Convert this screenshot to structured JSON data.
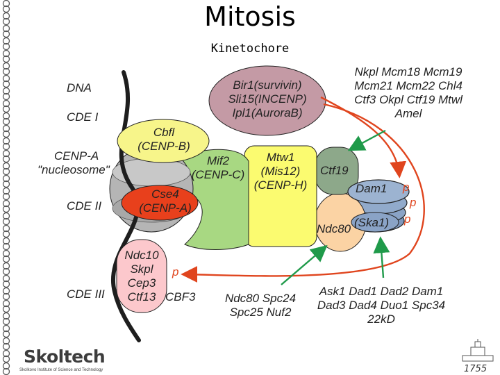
{
  "title": "Mitosis",
  "subtitle": "Kinetochore",
  "left_labels": {
    "dna": "DNA",
    "cde_i": "CDE I",
    "cenp_a_line1": "CENP-A",
    "cenp_a_line2": "\"nucleosome\"",
    "cde_ii": "CDE II",
    "cde_iii": "CDE III"
  },
  "proteins": {
    "bir1": [
      "Bir1(survivin)",
      "Sli15(INCENP)",
      "Ipl1(AuroraB)"
    ],
    "cbf1": [
      "Cbfl",
      "(CENP-B)"
    ],
    "cse4": [
      "Cse4",
      "(CENP-A)"
    ],
    "mif2": [
      "Mif2",
      "(CENP-C)"
    ],
    "mtw1": [
      "Mtw1",
      "(Mis12)",
      "(CENP-H)"
    ],
    "ctf19": "Ctf19",
    "ndc80": "Ndc80",
    "dam1": "Dam1",
    "ska1": "(Ska1)",
    "ndc10": [
      "Ndc10",
      "Skpl",
      "Cep3",
      "Ctf13"
    ],
    "cbf3": "CBF3"
  },
  "phospho": "p",
  "groups": {
    "top_right": [
      "Nkpl Mcm18 Mcm19",
      "Mcm21 Mcm22 Chl4",
      "Ctf3 Okpl Ctf19 Mtwl",
      "Amel"
    ],
    "bottom_mid": [
      "Ndc80 Spc24",
      "Spc25 Nuf2"
    ],
    "bottom_right": [
      "Ask1 Dad1 Dad2 Dam1",
      "Dad3 Dad4 Duo1 Spc34",
      "22kD"
    ]
  },
  "footer": {
    "logo": "Skoltech",
    "logo_sub": "Skolkovo Institute of Science and Technology",
    "year": "1755"
  },
  "colors": {
    "bir1": "#c49aa5",
    "cbf1": "#f7f58a",
    "cse4": "#e8401c",
    "nucleosome": "#b5b5b5",
    "mif2": "#a8d882",
    "mtw1": "#fbfb70",
    "ctf19": "#8da88a",
    "ndc80": "#fbd3a4",
    "dam1": "#8fa8c8",
    "ndc10": "#fcc8cc",
    "arrow_red": "#e0451e",
    "arrow_green": "#1f9a4a"
  }
}
